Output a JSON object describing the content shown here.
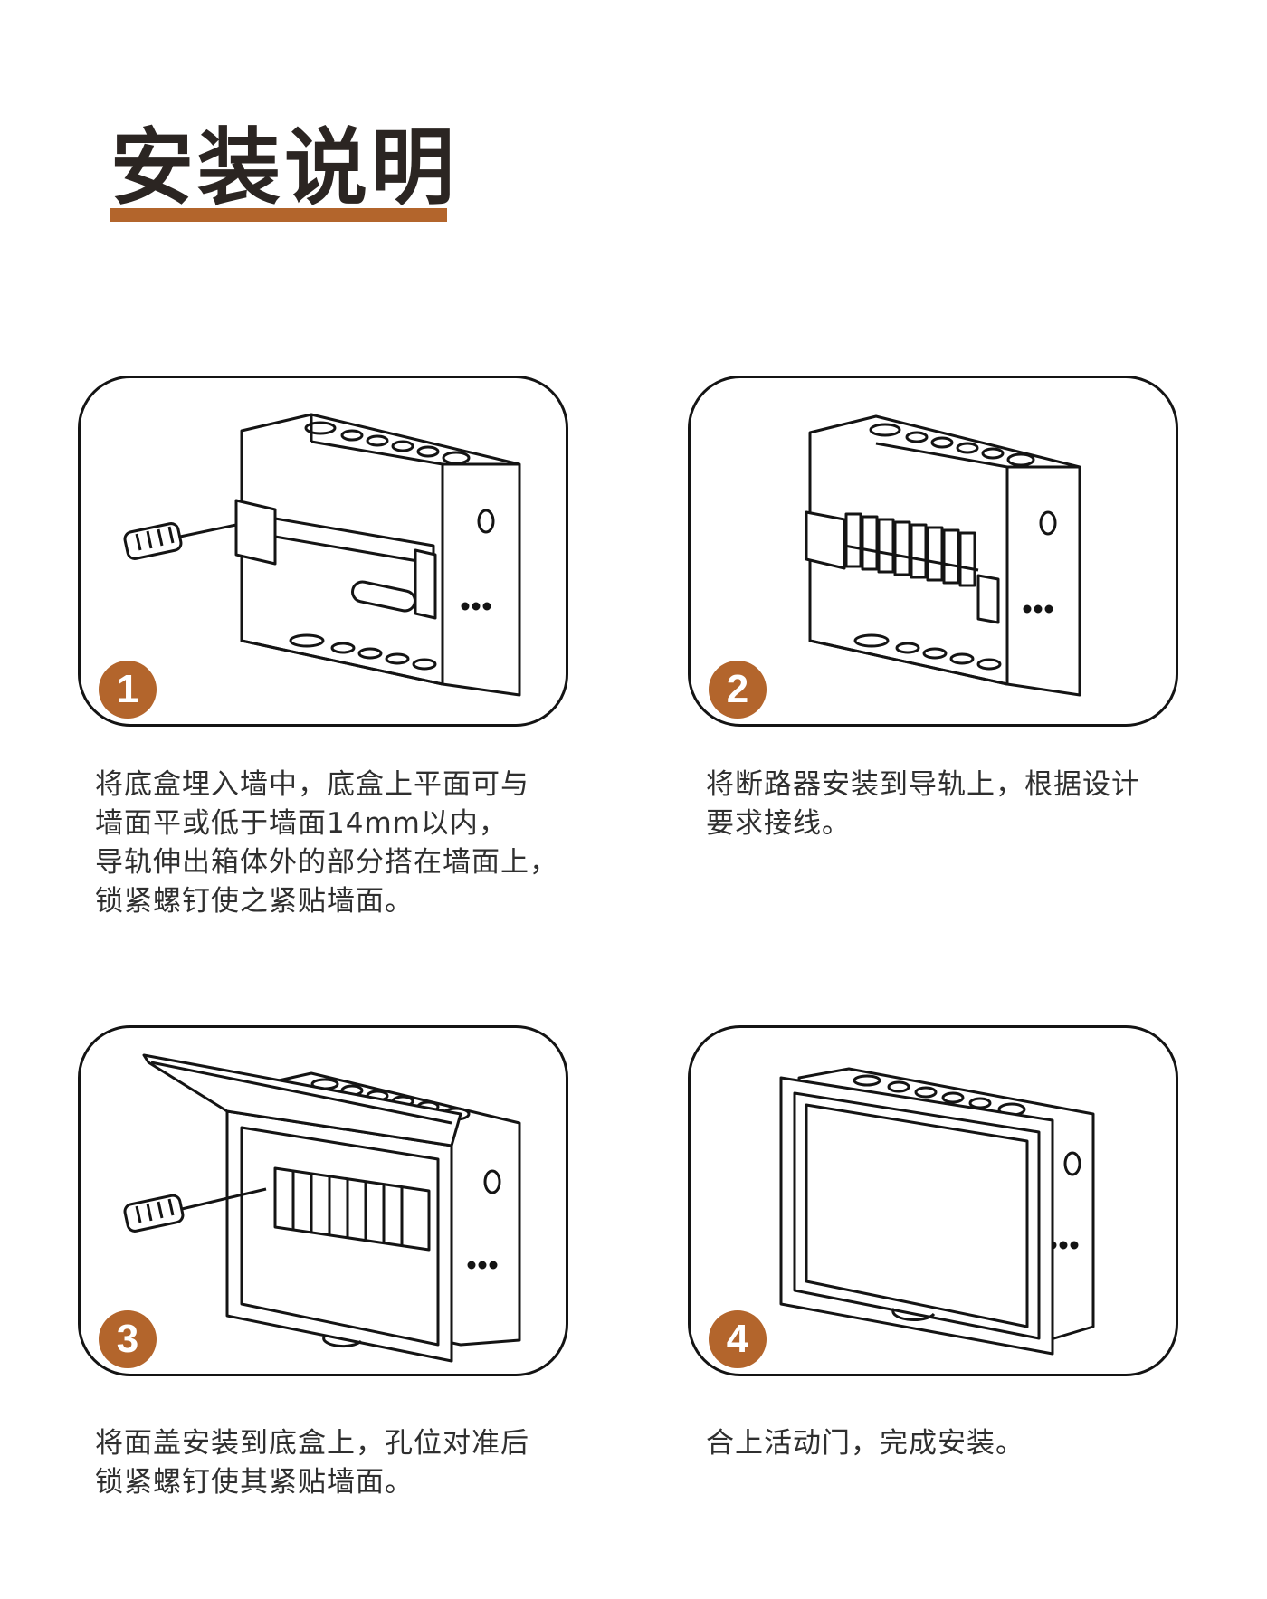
{
  "title": "安装说明",
  "accent_color": "#b3652c",
  "steps": [
    {
      "number": "1",
      "lines": [
        "将底盒埋入墙中，底盒上平面可与",
        "墙面平或低于墙面14mm以内，",
        "导轨伸出箱体外的部分搭在墙面上，",
        "锁紧螺钉使之紧贴墙面。"
      ]
    },
    {
      "number": "2",
      "lines": [
        "将断路器安装到导轨上，根据设计",
        "要求接线。"
      ]
    },
    {
      "number": "3",
      "lines": [
        "将面盖安装到底盒上，孔位对准后",
        "锁紧螺钉使其紧贴墙面。"
      ]
    },
    {
      "number": "4",
      "lines": [
        "合上活动门，完成安装。"
      ]
    }
  ]
}
